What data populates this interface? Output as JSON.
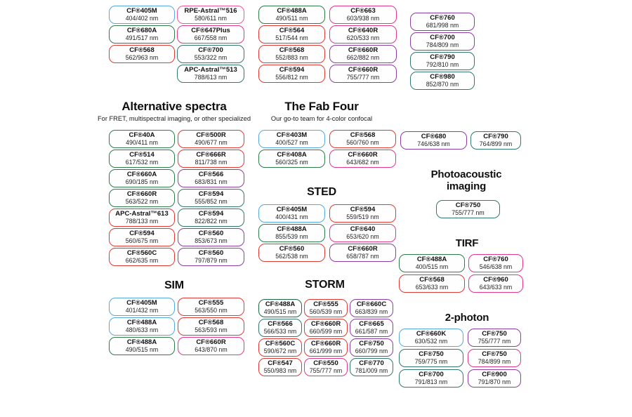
{
  "palette": {
    "blue": "#57a8dd",
    "green": "#2e7d49",
    "darkgreen": "#1d6b40",
    "red": "#e03a33",
    "pink": "#f2579e",
    "magenta": "#e2378c",
    "purple": "#8c3fa0",
    "teal": "#32786e"
  },
  "top_columns": [
    [
      {
        "name": "CF®405M",
        "value": "404/402 nm",
        "color": "blue"
      },
      {
        "name": "CF®680A",
        "value": "491/517 nm",
        "color": "green"
      },
      {
        "name": "CF®568",
        "value": "562/963 nm",
        "color": "red"
      }
    ],
    [
      {
        "name": "RPE-Astral™516",
        "value": "580/611 nm",
        "color": "pink"
      },
      {
        "name": "CF®647Plus",
        "value": "667/558 nm",
        "color": "magenta"
      },
      {
        "name": "CF®700",
        "value": "553/322 nm",
        "color": "teal"
      },
      {
        "name": "APC-Astral™513",
        "value": "788/613 nm",
        "color": "teal"
      }
    ],
    [
      {
        "name": "CF®488A",
        "value": "490/511 nm",
        "color": "green"
      },
      {
        "name": "CF®564",
        "value": "517/544 nm",
        "color": "red"
      },
      {
        "name": "CF®568",
        "value": "552/883 nm",
        "color": "red"
      },
      {
        "name": "CF®594",
        "value": "556/812 nm",
        "color": "red"
      }
    ],
    [
      {
        "name": "CF®663",
        "value": "603/938 nm",
        "color": "magenta"
      },
      {
        "name": "CF®640R",
        "value": "620/533 nm",
        "color": "magenta"
      },
      {
        "name": "CF®660R",
        "value": "662/882 nm",
        "color": "purple"
      },
      {
        "name": "CF®660R",
        "value": "755/777 nm",
        "color": "purple"
      }
    ],
    [
      {
        "name": "CF®760",
        "value": "681/998 nm",
        "color": "purple"
      },
      {
        "name": "CF®700",
        "value": "784/809 nm",
        "color": "purple"
      },
      {
        "name": "CF®790",
        "value": "792/810 nm",
        "color": "teal"
      },
      {
        "name": "CF®980",
        "value": "852/870 nm",
        "color": "teal"
      }
    ]
  ],
  "sections": {
    "alt": {
      "heading": "Alternative spectra",
      "subtitle": "For FRET, multispectral imaging, or other specialized",
      "columns": [
        [
          {
            "name": "CF®40A",
            "value": "490/411 nm",
            "color": "green"
          },
          {
            "name": "CF®514",
            "value": "617/532 nm",
            "color": "green"
          },
          {
            "name": "CF®660A",
            "value": "690/185 nm",
            "color": "green"
          },
          {
            "name": "CF®660R",
            "value": "563/522 nm",
            "color": "green"
          },
          {
            "name": "APC-Astral™613",
            "value": "788/133 nm",
            "color": "red"
          },
          {
            "name": "CF®594",
            "value": "560/675 nm",
            "color": "red"
          },
          {
            "name": "CF®560C",
            "value": "662/635 nm",
            "color": "red"
          }
        ],
        [
          {
            "name": "CF®500R",
            "value": "490/677 nm",
            "color": "red"
          },
          {
            "name": "CF®666R",
            "value": "811/738 nm",
            "color": "red"
          },
          {
            "name": "CF®566",
            "value": "683/831 nm",
            "color": "purple"
          },
          {
            "name": "CF®594",
            "value": "555/852 nm",
            "color": "teal"
          },
          {
            "name": "CF®594",
            "value": "822/822 nm",
            "color": "teal"
          },
          {
            "name": "CF®560",
            "value": "853/673 nm",
            "color": "purple"
          },
          {
            "name": "CF®560",
            "value": "797/879 nm",
            "color": "purple"
          }
        ]
      ]
    },
    "fab": {
      "heading": "The Fab Four",
      "subtitle": "Our go-to team for 4-color confocal",
      "columns": [
        [
          {
            "name": "CF®403M",
            "value": "400/527 nm",
            "color": "blue"
          },
          {
            "name": "CF®408A",
            "value": "560/325 nm",
            "color": "green"
          }
        ],
        [
          {
            "name": "CF®568",
            "value": "560/760 nm",
            "color": "red"
          },
          {
            "name": "CF®660R",
            "value": "643/682 nm",
            "color": "magenta"
          }
        ]
      ]
    },
    "sted": {
      "heading": "STED",
      "columns": [
        [
          {
            "name": "CF®405M",
            "value": "400/431 nm",
            "color": "blue"
          },
          {
            "name": "CF®488A",
            "value": "855/539 nm",
            "color": "green"
          },
          {
            "name": "CF®560",
            "value": "562/538 nm",
            "color": "red"
          }
        ],
        [
          {
            "name": "CF®594",
            "value": "559/519 nm",
            "color": "red"
          },
          {
            "name": "CF®640",
            "value": "653/620 nm",
            "color": "magenta"
          },
          {
            "name": "CF®660R",
            "value": "658/787 nm",
            "color": "purple"
          }
        ]
      ]
    },
    "sim": {
      "heading": "SIM",
      "columns": [
        [
          {
            "name": "CF®405M",
            "value": "401/432 nm",
            "color": "blue"
          },
          {
            "name": "CF®488A",
            "value": "480/633 nm",
            "color": "blue"
          },
          {
            "name": "CF®488A",
            "value": "490/515 nm",
            "color": "green"
          }
        ],
        [
          {
            "name": "CF®555",
            "value": "563/550 nm",
            "color": "red"
          },
          {
            "name": "CF®568",
            "value": "563/593 nm",
            "color": "red"
          },
          {
            "name": "CF®660R",
            "value": "643/870 nm",
            "color": "magenta"
          }
        ]
      ]
    },
    "storm": {
      "heading": "STORM",
      "columns": [
        [
          {
            "name": "CF®488A",
            "value": "490/515 nm",
            "color": "darkgreen"
          },
          {
            "name": "CF®566",
            "value": "566/533 nm",
            "color": "teal"
          },
          {
            "name": "CF®560C",
            "value": "590/672 nm",
            "color": "red"
          },
          {
            "name": "CF®547",
            "value": "550/983 nm",
            "color": "red"
          }
        ],
        [
          {
            "name": "CF®555",
            "value": "560/539 nm",
            "color": "red"
          },
          {
            "name": "CF®660R",
            "value": "660/599 nm",
            "color": "red"
          },
          {
            "name": "CF®660R",
            "value": "661/999 nm",
            "color": "red"
          },
          {
            "name": "CF®550",
            "value": "755/777 nm",
            "color": "magenta"
          }
        ],
        [
          {
            "name": "CF®660C",
            "value": "663/839 nm",
            "color": "purple"
          },
          {
            "name": "CF®665",
            "value": "661/587 nm",
            "color": "purple"
          },
          {
            "name": "CF®750",
            "value": "660/799 nm",
            "color": "purple"
          },
          {
            "name": "CF®770",
            "value": "781/009 nm",
            "color": "teal"
          }
        ]
      ]
    },
    "pair": {
      "columns": [
        [
          {
            "name": "CF®680",
            "value": "746/638 nm",
            "color": "purple"
          }
        ],
        [
          {
            "name": "CF®790",
            "value": "764/899 nm",
            "color": "teal"
          }
        ]
      ]
    },
    "photo": {
      "heading": "Photoacoustic imaging",
      "columns": [
        [
          {
            "name": "CF®750",
            "value": "755/777 nm",
            "color": "teal"
          }
        ]
      ]
    },
    "tirf": {
      "heading": "TIRF",
      "columns": [
        [
          {
            "name": "CF®488A",
            "value": "400/515 nm",
            "color": "green"
          },
          {
            "name": "CF®568",
            "value": "653/633 nm",
            "color": "red"
          }
        ],
        [
          {
            "name": "CF®760",
            "value": "546/638 nm",
            "color": "magenta"
          },
          {
            "name": "CF®960",
            "value": "643/633 nm",
            "color": "magenta"
          }
        ]
      ]
    },
    "twop": {
      "heading": "2-photon",
      "columns": [
        [
          {
            "name": "CF®660K",
            "value": "630/532 nm",
            "color": "blue"
          },
          {
            "name": "CF®750",
            "value": "759/775 nm",
            "color": "teal"
          },
          {
            "name": "CF®700",
            "value": "791/813 nm",
            "color": "teal"
          }
        ],
        [
          {
            "name": "CF®750",
            "value": "755/777 nm",
            "color": "purple"
          },
          {
            "name": "CF®750",
            "value": "784/899 nm",
            "color": "magenta"
          },
          {
            "name": "CF®900",
            "value": "791/870 nm",
            "color": "purple"
          }
        ]
      ]
    }
  }
}
